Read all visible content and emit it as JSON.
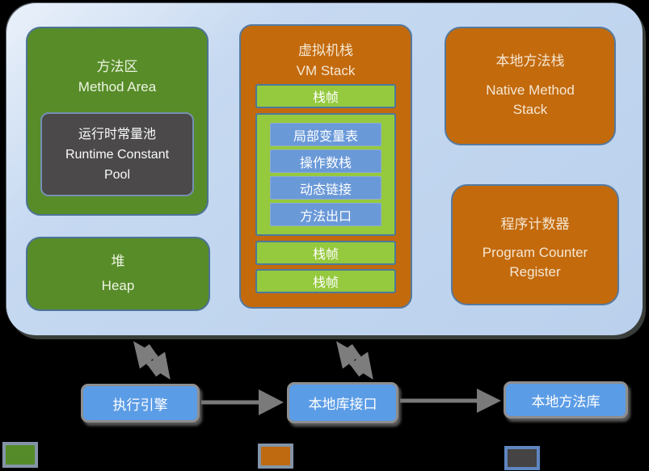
{
  "runtime": {
    "method_area": {
      "zh": "方法区",
      "en": "Method Area"
    },
    "runtime_constant_pool": {
      "zh": "运行时常量池",
      "en": "Runtime Constant Pool"
    },
    "heap": {
      "zh": "堆",
      "en": "Heap"
    },
    "vm_stack": {
      "zh": "虚拟机栈",
      "en": "VM Stack",
      "frames": [
        "栈帧",
        "栈帧",
        "栈帧"
      ],
      "frame_parts": [
        "局部变量表",
        "操作数栈",
        "动态链接",
        "方法出口"
      ]
    },
    "native_method_stack": {
      "zh": "本地方法栈",
      "en": "Native Method Stack"
    },
    "program_counter_register": {
      "zh": "程序计数器",
      "en": "Program Counter Register"
    }
  },
  "engine_row": {
    "execution_engine": "执行引擎",
    "native_library_interface": "本地库接口",
    "native_method_libraries": "本地方法库"
  },
  "legend": {
    "green": "#568b29",
    "orange": "#bf6a10",
    "dark_gray": "#454343"
  },
  "colors": {
    "background": "#000000",
    "panel_light_blue": "#bed3ee",
    "box_green": "#578c29",
    "box_orange": "#c36a0d",
    "box_dark": "#4b4949",
    "frame_green": "#95c93e",
    "inner_blue": "#6a99d8",
    "node_blue": "#5b9ce6",
    "arrow_gray": "#7d7d7d"
  }
}
